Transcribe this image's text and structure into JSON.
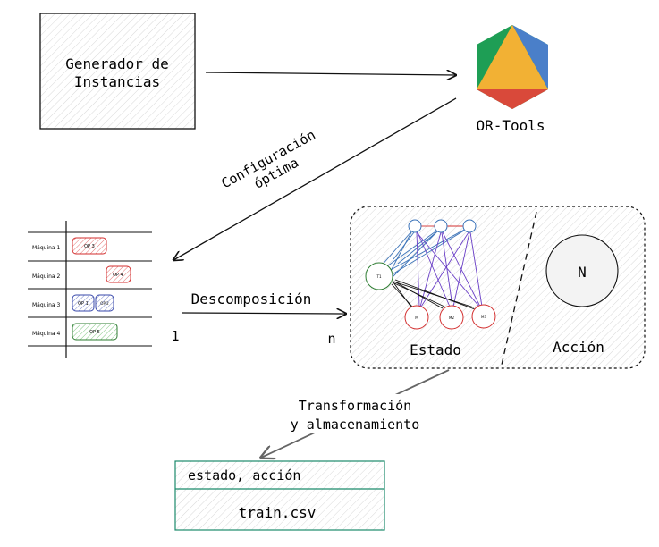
{
  "generator": {
    "label_line1": "Generador de",
    "label_line2": "Instancias"
  },
  "ortools": {
    "label": "OR-Tools"
  },
  "config_label": {
    "line1": "Configuración",
    "line2": "óptima"
  },
  "gantt": {
    "machines": [
      "Máquina 1",
      "Máquina 2",
      "Máquina 3",
      "Máquina 4"
    ],
    "ops": [
      {
        "label": "OP 3",
        "color": "#d32f2f"
      },
      {
        "label": "OP 4",
        "color": "#d32f2f"
      },
      {
        "label": "OP 1",
        "color": "#3949ab"
      },
      {
        "label": "OP 2",
        "color": "#3949ab"
      },
      {
        "label": "OP 5",
        "color": "#2e7d32"
      }
    ],
    "count_label": "1"
  },
  "decomposition": {
    "label": "Descomposición",
    "count_label": "n"
  },
  "state_action": {
    "state_label": "Estado",
    "action_label": "Acción",
    "action_node": "N",
    "graph": {
      "big_node": "T1",
      "red_nodes": [
        "M",
        "M2",
        "M3"
      ]
    }
  },
  "transform": {
    "line1": "Transformación",
    "line2": "y almacenamiento"
  },
  "csv": {
    "header": "estado, acción",
    "filename": "train.csv"
  },
  "colors": {
    "red": "#d32f2f",
    "blue": "#3949ab",
    "green": "#2e7d32",
    "teal": "#1b8a6b",
    "ortools_green": "#1e9e55",
    "ortools_yellow": "#f2b134",
    "ortools_blue": "#4a7fc9",
    "ortools_red": "#d9493a"
  }
}
